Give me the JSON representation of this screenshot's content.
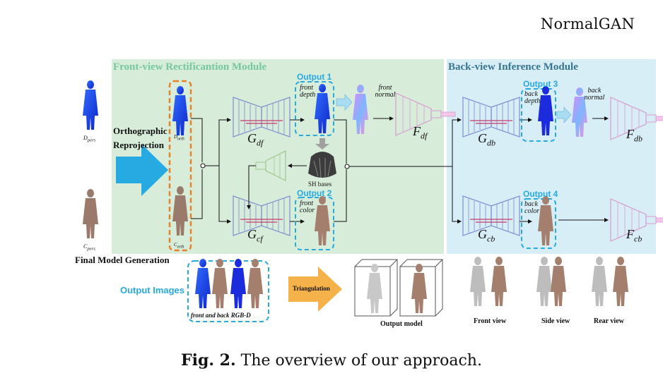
{
  "header": {
    "title": "NormalGAN"
  },
  "front_module": {
    "title": "Front-view Rectificantion Module"
  },
  "back_module": {
    "title": "Back-view Inference Module"
  },
  "inputs": {
    "d_label": "D",
    "d_sub": "pers",
    "c_label": "C",
    "c_sub": "pers",
    "reprojection": "Orthographic Reprojection",
    "d_orth": "D",
    "d_orth_sub": "orth",
    "c_orth": "C",
    "c_orth_sub": "orth"
  },
  "outputs": {
    "output1": {
      "label": "Output 1",
      "text": "front depth"
    },
    "output2": {
      "label": "Output 2",
      "text": "front color"
    },
    "output3": {
      "label": "Output 3",
      "text": "back depth"
    },
    "output4": {
      "label": "Output 4",
      "text": "back color"
    }
  },
  "normals": {
    "front": "front normal",
    "back": "back normal"
  },
  "networks": {
    "g_df": "G",
    "g_df_sub": "df",
    "g_cf": "G",
    "g_cf_sub": "cf",
    "g_db": "G",
    "g_db_sub": "db",
    "g_cb": "G",
    "g_cb_sub": "cb",
    "f_df": "F",
    "f_df_sub": "df",
    "f_db": "F",
    "f_db_sub": "db",
    "f_cb": "F",
    "f_cb_sub": "cb"
  },
  "sh_bases": "SH bases",
  "final": {
    "title": "Final Model Generation",
    "output_images": "Output Images",
    "rgbd": "front and back RGB-D",
    "triangulation": "Triangulation",
    "output_model": "Output model",
    "views": [
      "Front view",
      "Side view",
      "Rear view"
    ]
  },
  "caption": {
    "fig": "Fig. 2.",
    "text": " The overview of our approach."
  },
  "colors": {
    "front_panel": "#d7ecd9",
    "back_panel": "#d8eef6",
    "output_blue": "#27a9e1",
    "orange": "#e8822a"
  }
}
